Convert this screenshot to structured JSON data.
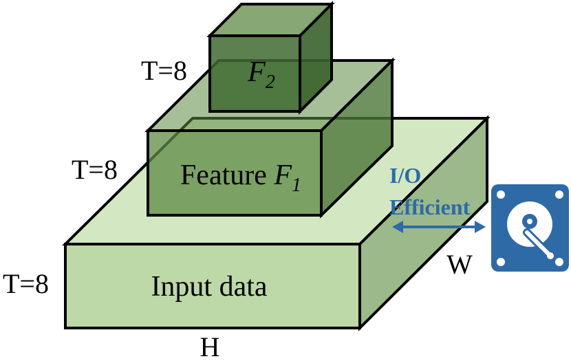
{
  "blocks": {
    "input": {
      "label": "Input data",
      "time_label": "T=8",
      "height_label": "H",
      "width_label": "W",
      "color_front": "#bcd9a7",
      "color_top": "#d3e8c2",
      "color_side": "#9bb98b"
    },
    "feature1": {
      "label_prefix": "Feature ",
      "label_var": "F",
      "label_sub": "1",
      "time_label": "T=8",
      "color": "#5f8a45"
    },
    "feature2": {
      "label_var": "F",
      "label_sub": "2",
      "time_label": "T=8",
      "color": "#3f6a30"
    }
  },
  "io": {
    "line1": "I/O",
    "line2": "Efficient",
    "color": "#2e6aa6"
  },
  "icons": {
    "storage": "hard-disk-icon"
  }
}
